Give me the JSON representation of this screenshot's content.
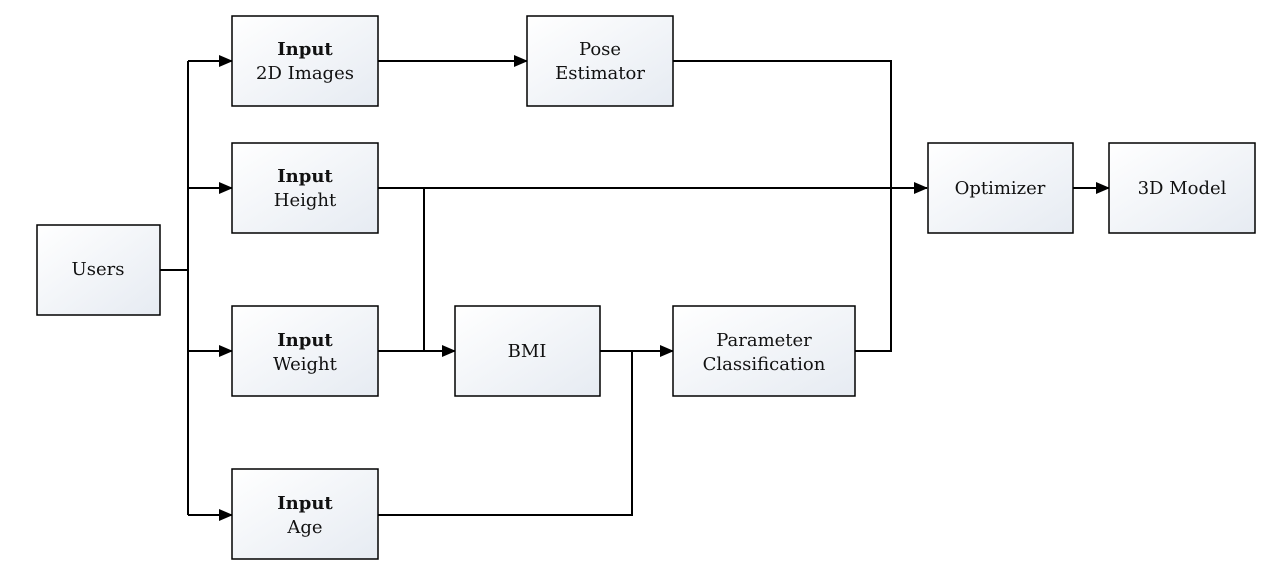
{
  "diagram": {
    "nodes": {
      "users": {
        "lines": [
          "Users"
        ]
      },
      "images": {
        "title": "Input",
        "label": "2D Images"
      },
      "height": {
        "title": "Input",
        "label": "Height"
      },
      "weight": {
        "title": "Input",
        "label": "Weight"
      },
      "age": {
        "title": "Input",
        "label": "Age"
      },
      "pose": {
        "line1": "Pose",
        "line2": "Estimator"
      },
      "bmi": {
        "lines": [
          "BMI"
        ]
      },
      "param": {
        "line1": "Parameter",
        "line2": "Classification"
      },
      "optimizer": {
        "lines": [
          "Optimizer"
        ]
      },
      "model": {
        "lines": [
          "3D Model"
        ]
      }
    }
  }
}
